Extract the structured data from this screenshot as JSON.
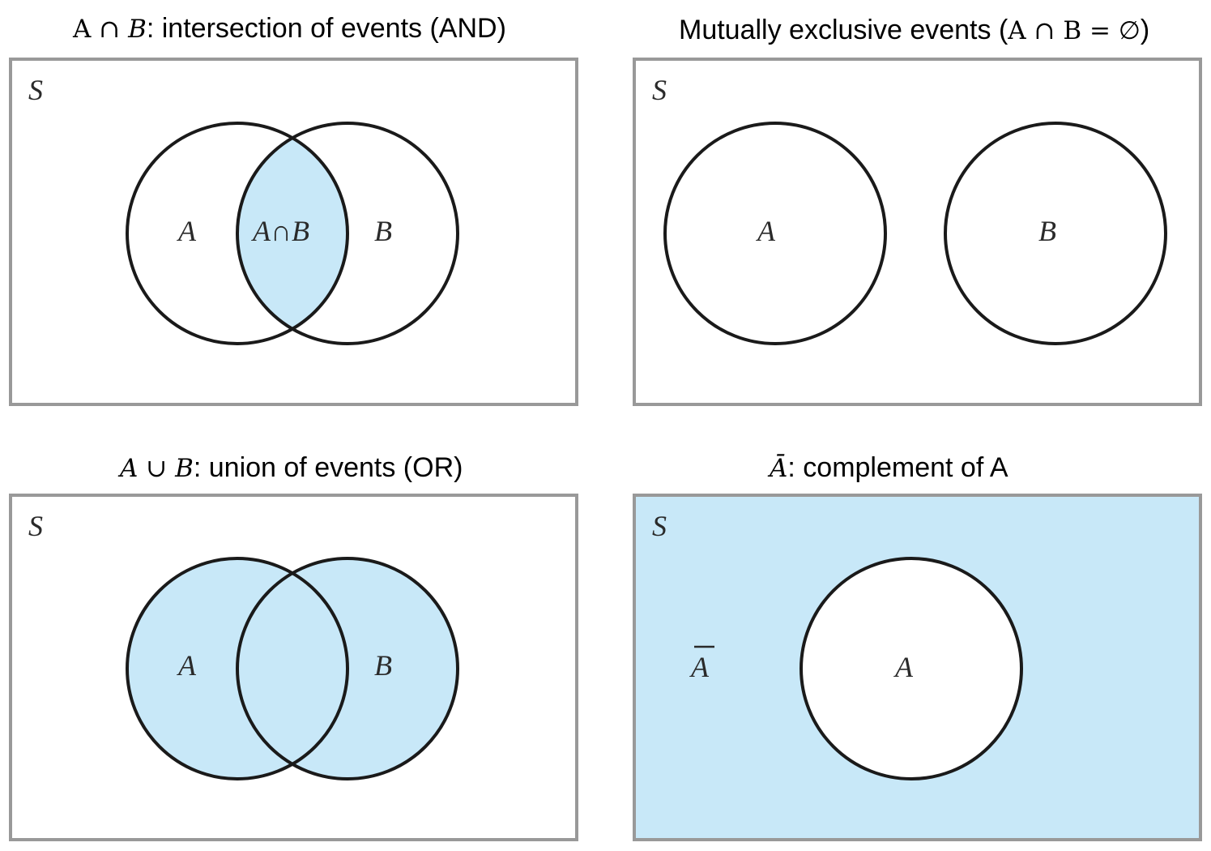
{
  "panels": {
    "intersection": {
      "title_expr": [
        "A",
        " ∩ ",
        "B"
      ],
      "title_text": ": intersection of events (AND)",
      "sample_space": "S",
      "label_a": "A",
      "label_ab": "A∩B",
      "label_b": "B"
    },
    "exclusive": {
      "title_text_before": "Mutually exclusive events (",
      "title_expr": "A ∩ B = ∅",
      "title_text_after": ")",
      "sample_space": "S",
      "label_a": "A",
      "label_b": "B"
    },
    "union": {
      "title_expr": [
        "A",
        " ∪ ",
        "B"
      ],
      "title_text": ": union of events (OR)",
      "sample_space": "S",
      "label_a": "A",
      "label_b": "B"
    },
    "complement": {
      "title_expr": "Ā",
      "title_text": ": complement of A",
      "sample_space": "S",
      "label_complement": "A",
      "label_a": "A"
    }
  },
  "colors": {
    "shade": "#c8e8f8",
    "frame": "#999999",
    "stroke": "#1a1a1a"
  }
}
